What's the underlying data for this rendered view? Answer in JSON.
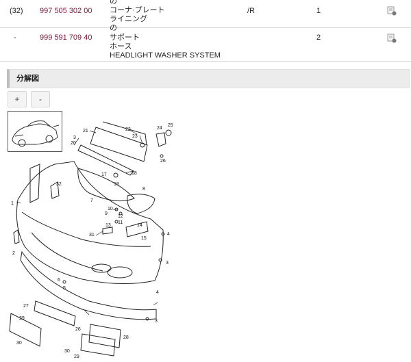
{
  "parts": [
    {
      "pos": "(32)",
      "part": "997 505 302 00",
      "desc": [
        "の",
        "コーナ·プレート",
        "ライニング",
        "の"
      ],
      "side": "/R",
      "qty": "1",
      "cart_icon": "cart-add-icon"
    },
    {
      "pos": "-",
      "part": "999 591 709 40",
      "desc": [
        "サポート",
        "ホース",
        "HEADLIGHT WASHER SYSTEM"
      ],
      "side": "",
      "qty": "2",
      "cart_icon": "cart-add-icon"
    }
  ],
  "section": {
    "title": "分解図"
  },
  "zoom": {
    "in_label": "+",
    "out_label": "-"
  },
  "diagram": {
    "callouts": [
      "25",
      "24",
      "22",
      "21",
      "23",
      "3",
      "20",
      "26",
      "19",
      "17",
      "18",
      "32",
      "8",
      "7",
      "1",
      "10",
      "9",
      "12",
      "11",
      "13",
      "14",
      "31",
      "4",
      "15",
      "2",
      "3",
      "6",
      "5",
      "4",
      "27",
      "3",
      "29",
      "30",
      "26",
      "28",
      "30",
      "29"
    ]
  }
}
